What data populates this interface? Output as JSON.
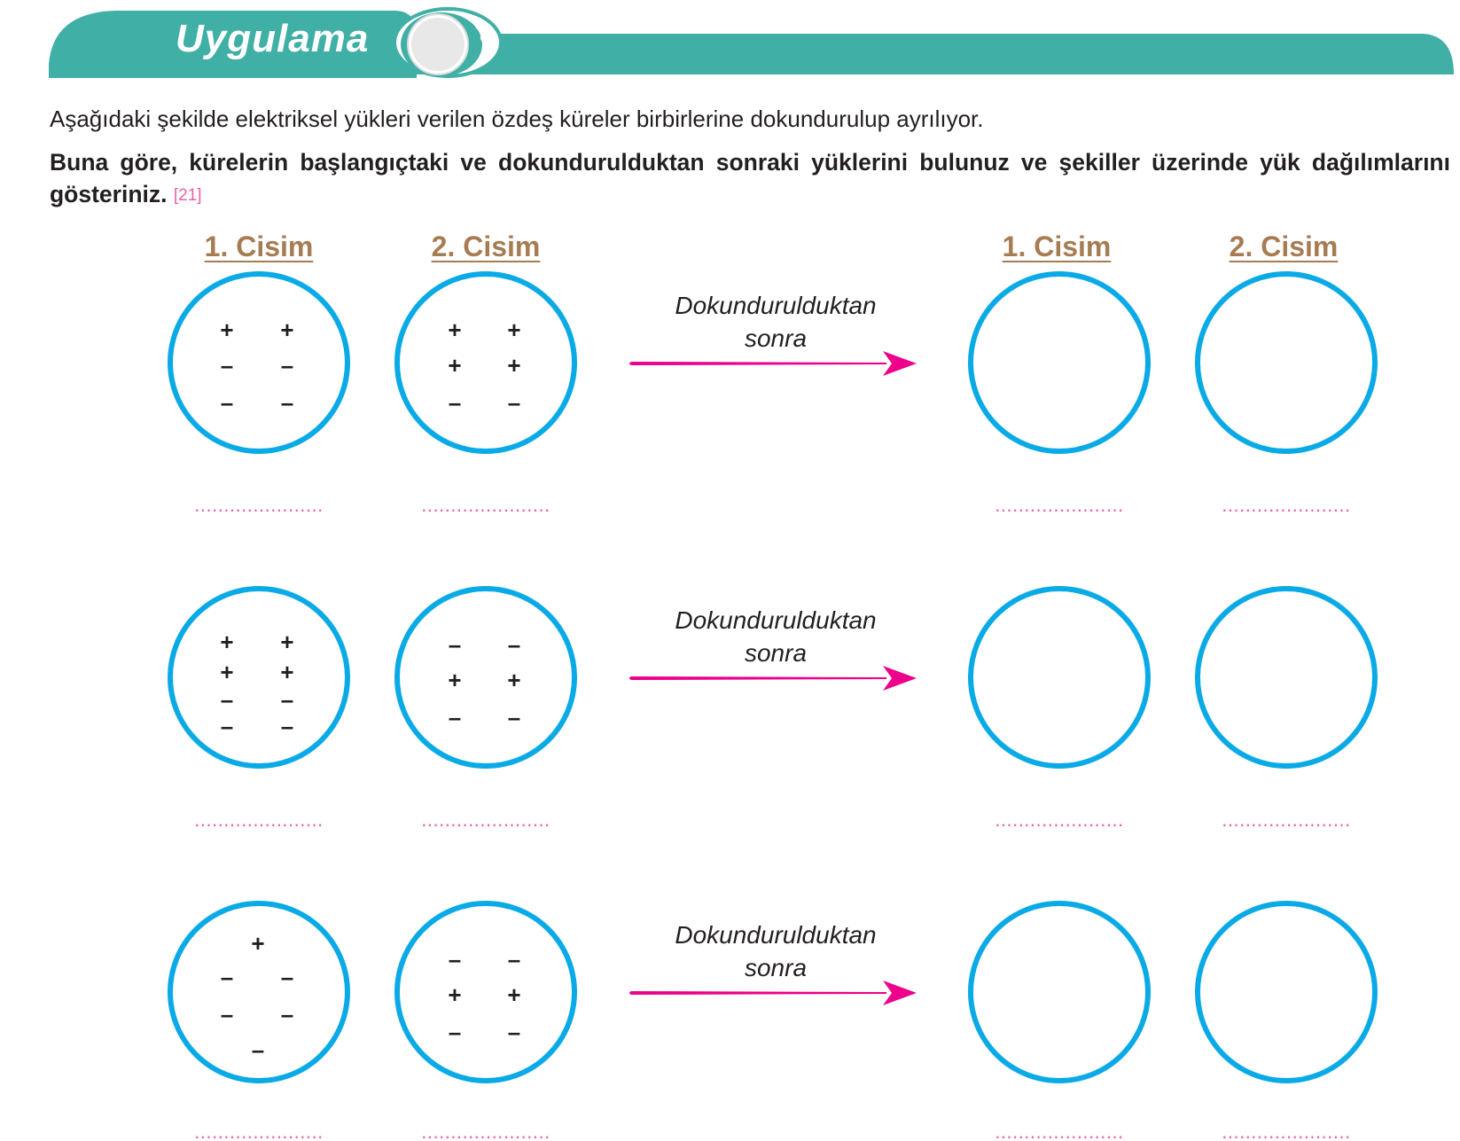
{
  "header": {
    "title": "Uygulama",
    "colors": {
      "banner": "#40b0a6",
      "lens_ring": "#40b0a6",
      "lens_inner": "#e8e8e8"
    },
    "icon": "magnifier-lens-icon"
  },
  "intro_text": "Aşağıdaki şekilde elektriksel yükleri verilen özdeş küreler birbirlerine dokundurulup ayrılıyor.",
  "question": {
    "text": "Buna göre, kürelerin başlangıçtaki ve dokundurulduktan sonraki yüklerini bulunuz ve şekiller üzerinde yük dağılımlarını gösteriniz.",
    "reference": "[21]"
  },
  "columns": {
    "before_1": "1. Cisim",
    "before_2": "2. Cisim",
    "after_1": "1. Cisim",
    "after_2": "2. Cisim"
  },
  "arrow": {
    "label_line1": "Dokundurulduktan",
    "label_line2": "sonra",
    "color": "#ec008c"
  },
  "sphere_color": "#0aaae6",
  "answer_blank": "......................",
  "rows": [
    {
      "body1": {
        "signs": [
          "+",
          "+",
          "–",
          "–",
          "–",
          "–"
        ]
      },
      "body2": {
        "signs": [
          "+",
          "+",
          "+",
          "+",
          "–",
          "–"
        ]
      }
    },
    {
      "body1": {
        "signs": [
          "+",
          "+",
          "+",
          "+",
          "–",
          "–",
          "–",
          "–"
        ]
      },
      "body2": {
        "signs": [
          "–",
          "–",
          "+",
          "+",
          "–",
          "–"
        ]
      }
    },
    {
      "body1": {
        "signs": [
          "+",
          "–",
          "–",
          "–",
          "–",
          "–"
        ]
      },
      "body2": {
        "signs": [
          "–",
          "–",
          "+",
          "+",
          "–",
          "–"
        ]
      }
    }
  ]
}
